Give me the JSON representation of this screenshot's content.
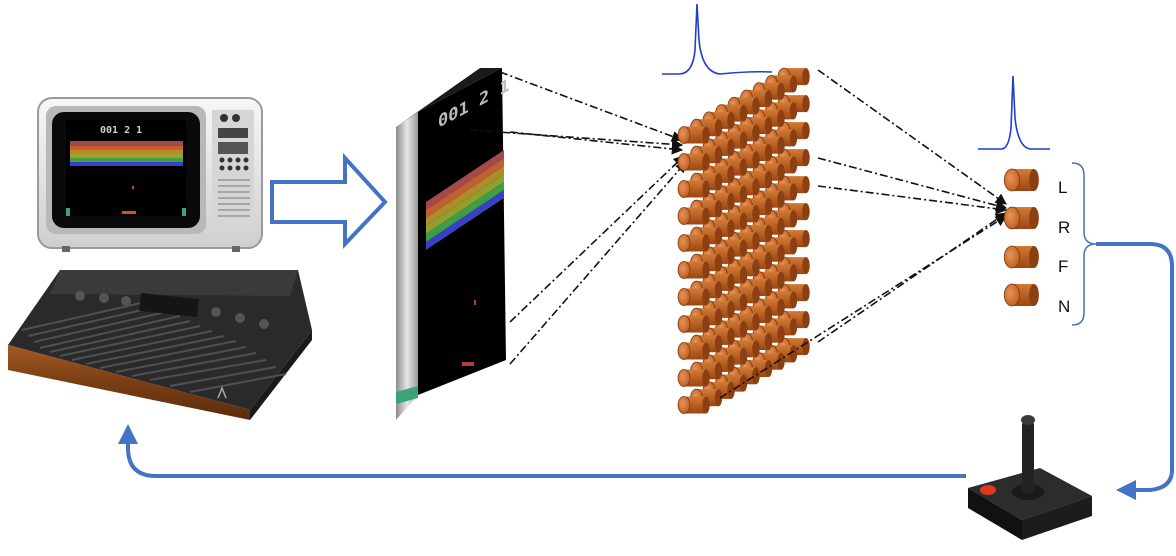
{
  "game_screen": {
    "score_text": "001 2 1"
  },
  "output_labels": [
    "L",
    "R",
    "F",
    "N"
  ],
  "colors": {
    "arrow_blue": "#4472c4",
    "spike_blue": "#1f3fcf",
    "neuron_orange": "#c8651c",
    "wood": "#8a4a1c"
  },
  "icons": {
    "tv": "television-icon",
    "console": "atari-console-icon",
    "joystick": "joystick-icon"
  }
}
